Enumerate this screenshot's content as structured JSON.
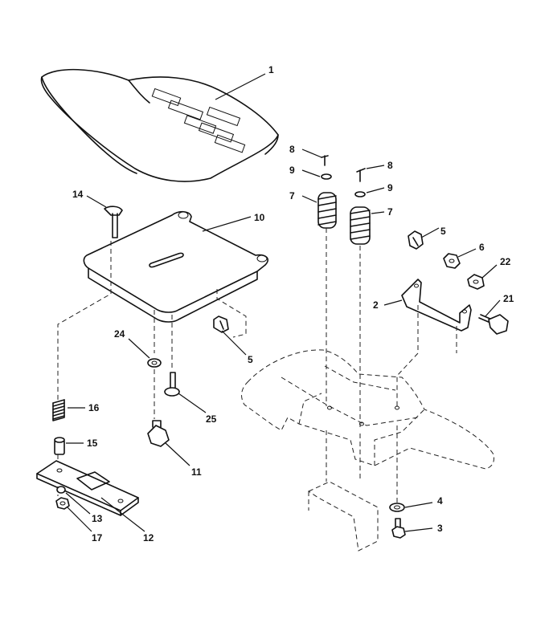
{
  "diagram": {
    "callouts": {
      "c1": "1",
      "c2": "2",
      "c3": "3",
      "c4": "4",
      "c5a": "5",
      "c5b": "5",
      "c6": "6",
      "c7a": "7",
      "c7b": "7",
      "c8a": "8",
      "c8b": "8",
      "c9a": "9",
      "c9b": "9",
      "c10": "10",
      "c11": "11",
      "c12": "12",
      "c13": "13",
      "c14": "14",
      "c15": "15",
      "c16": "16",
      "c17": "17",
      "c21": "21",
      "c22": "22",
      "c24": "24",
      "c25": "25"
    }
  }
}
